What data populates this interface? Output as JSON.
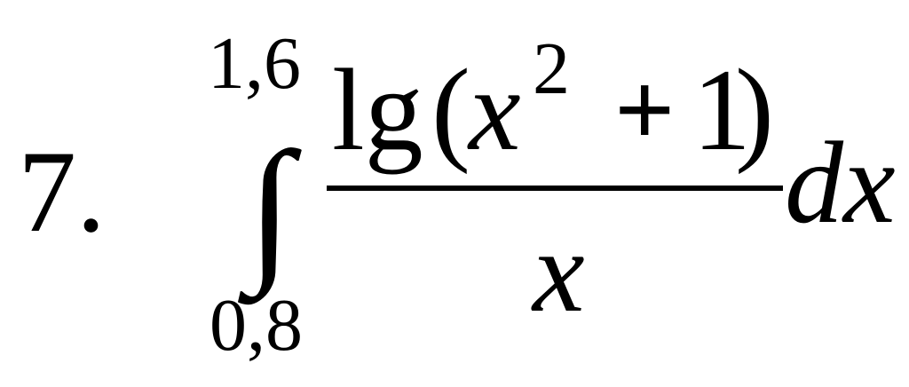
{
  "problem": {
    "number": "7.",
    "integral": {
      "symbol": "∫",
      "upper_limit": "1,6",
      "lower_limit": "0,8"
    },
    "integrand": {
      "numerator": {
        "func": "lg",
        "open_paren": "(",
        "var": "x",
        "exponent": "2",
        "plus": "+",
        "constant": "1",
        "close_paren": ")"
      },
      "denominator": "x"
    },
    "differential": "dx"
  }
}
